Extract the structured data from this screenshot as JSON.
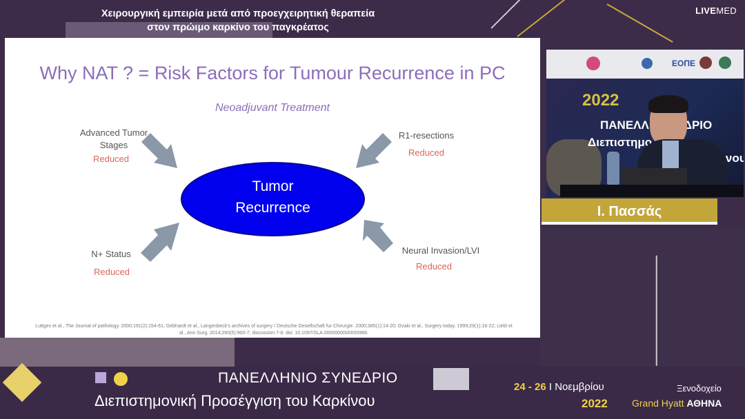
{
  "header": {
    "title_line1": "Χειρουργική εμπειρία μετά από προεγχειρητική θεραπεία",
    "title_line2": "στον πρώιμο καρκίνο του παγκρέατος",
    "brand_bold": "LIVE",
    "brand_thin": "MED"
  },
  "slide": {
    "title": "Why NAT ? = Risk Factors for Tumour Recurrence in PC",
    "subtitle": "Neoadjuvant Treatment",
    "center_line1": "Tumor",
    "center_line2": "Recurrence",
    "factors": [
      {
        "label_line1": "Advanced Tumor",
        "label_line2": "Stages",
        "status": "Reduced"
      },
      {
        "label_line1": "R1-resections",
        "label_line2": "",
        "status": "Reduced"
      },
      {
        "label_line1": "N+ Status",
        "label_line2": "",
        "status": "Reduced"
      },
      {
        "label_line1": "Neural Invasion/LVI",
        "label_line2": "",
        "status": "Reduced"
      }
    ],
    "references_line1": "Luttges et al., The Journal of pathology. 2000;191(2):154-61; Gebhardt et al., Langenbeck's archives of surgery / Deutsche Gesellschaft fur Chirurgie. 2000;385(1):14-20; Ozaki et al., Surgery today. 1999;29(1):16-22; Liebl et",
    "references_line2": "al., Ann Surg. 2014;260(5):900-7; discussion 7-8. doi: 10.1097/SLA.0000000000000968."
  },
  "video": {
    "banner_line1": "ΠΑΝΕΛΛ   ΣΥΝΕΔΡΙΟ",
    "banner_line2": "Διεπιστημο      έγγιση",
    "banner_line3": "ύνου",
    "banner_year": "2022",
    "logo_text": "ΕΟΠΕ",
    "speaker_name": "Ι. Πασσάς"
  },
  "footer": {
    "congress_title": "ΠΑΝΕΛΛΗΝΙΟ ΣΥΝΕΔΡΙΟ",
    "congress_subtitle": "Διεπιστημονική Προσέγγιση του Καρκίνου",
    "dates": "24 - 26",
    "separator": " Ι ",
    "month": "Νοεμβρίου",
    "year": "2022",
    "venue_line1": "Ξενοδοχείο",
    "venue_hotel": "Grand Hyatt ",
    "venue_city": "ΑΘΗΝΑ"
  },
  "colors": {
    "background": "#3c2c49",
    "slide_title": "#8b6db8",
    "reduced": "#d9675a",
    "ellipse": "#0000ee",
    "arrow": "#8a98a8",
    "gold": "#c2a63a",
    "yellow_text": "#f0d24a"
  },
  "icons": [
    "arrow-icon",
    "camera-icon",
    "logo-icon"
  ]
}
